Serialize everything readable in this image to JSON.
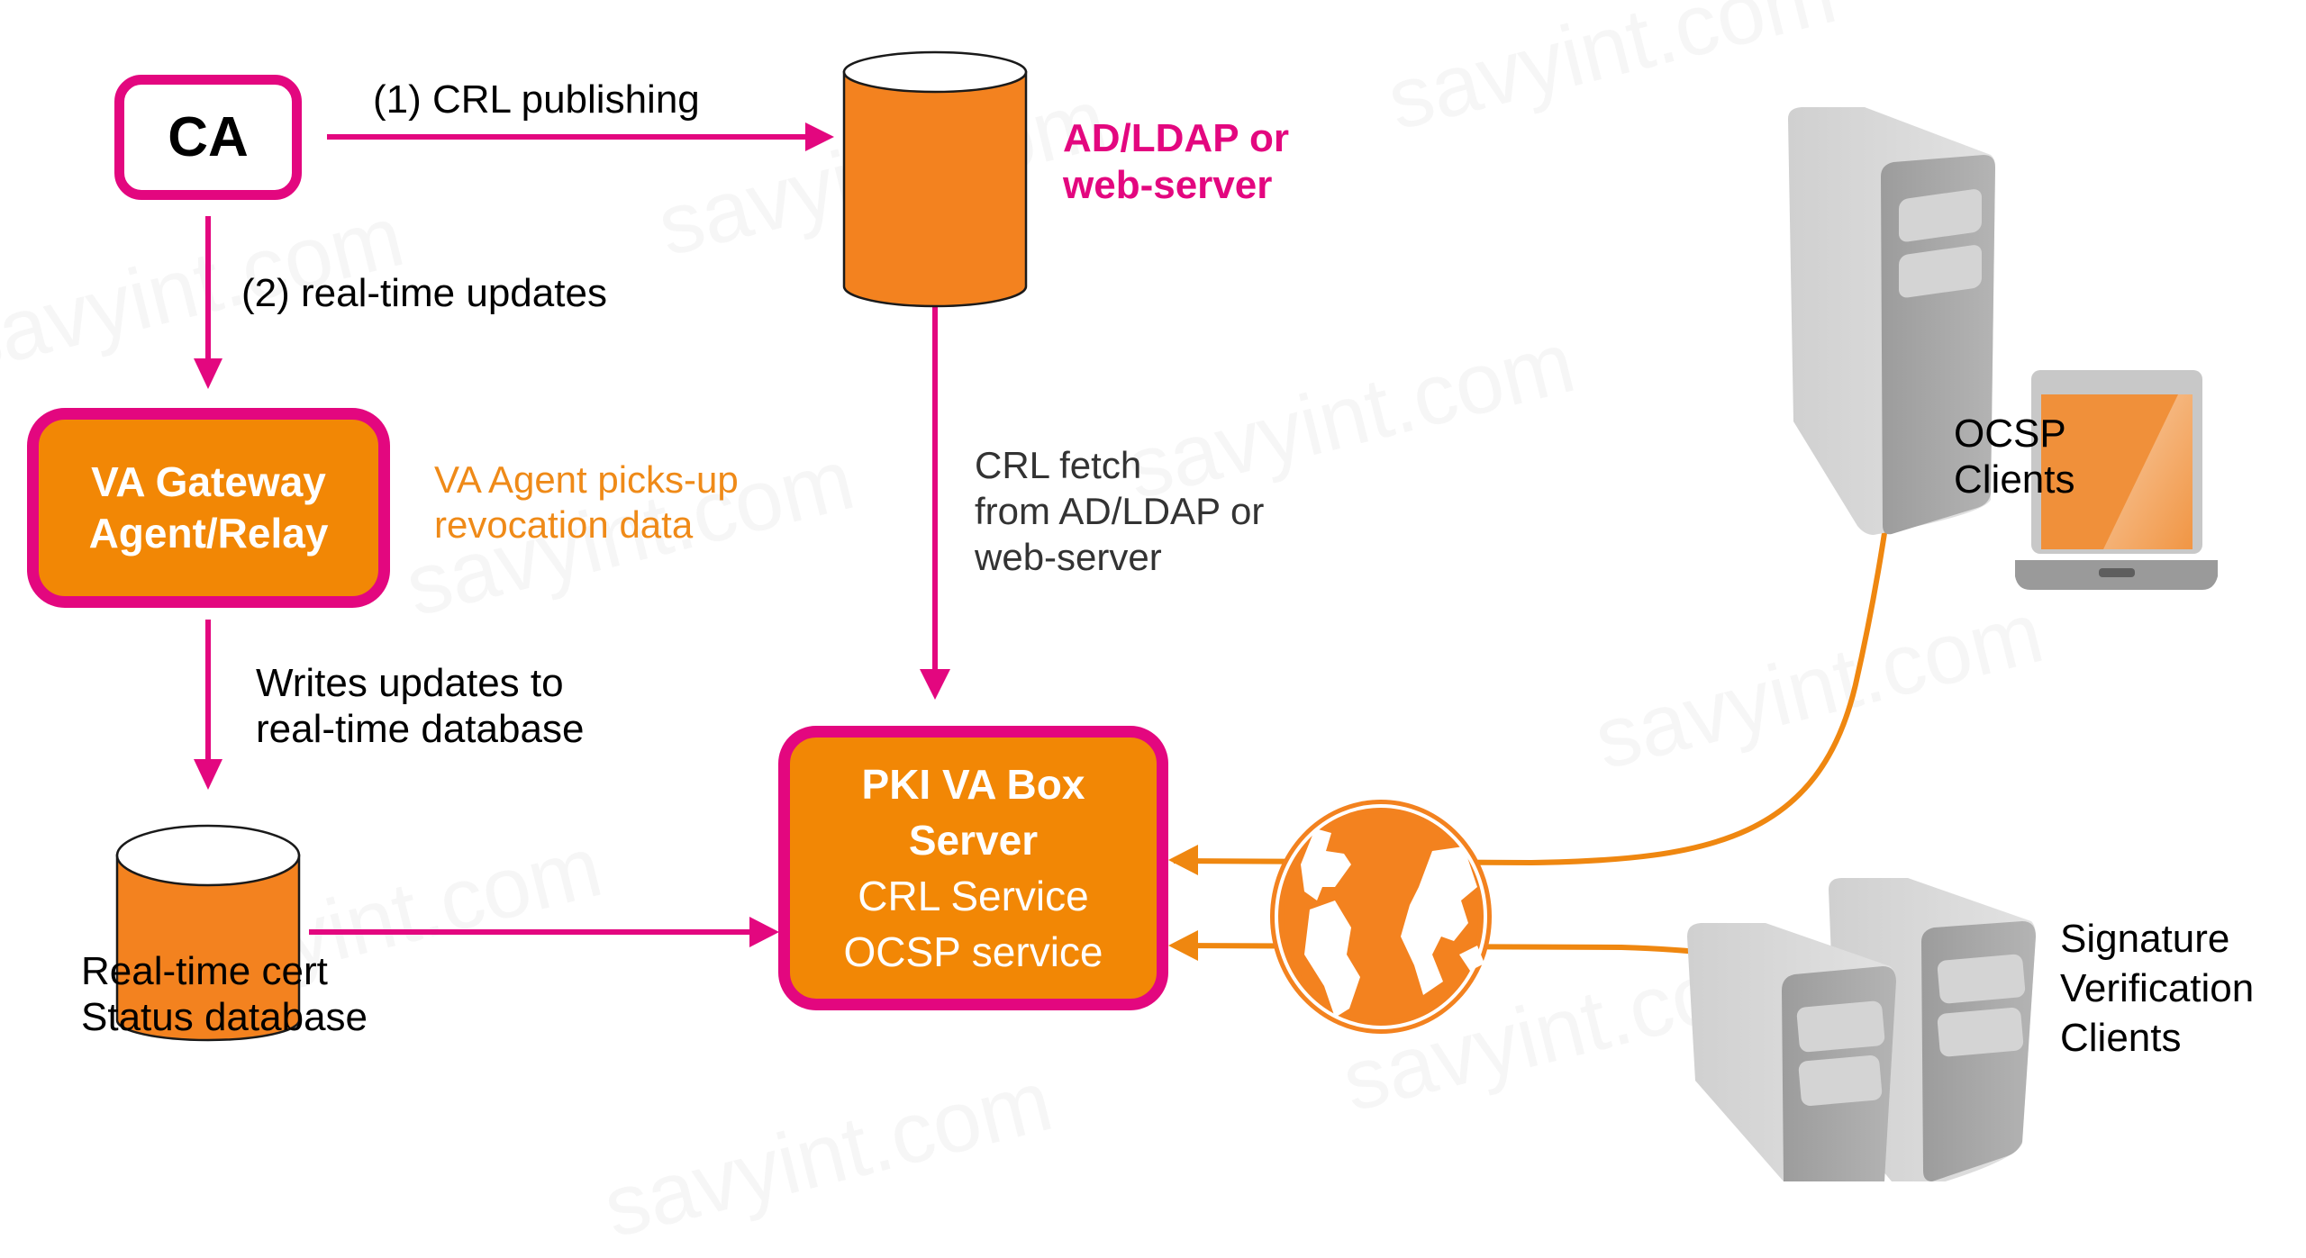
{
  "diagram": {
    "watermark_text": "savyint.com",
    "colors": {
      "magenta": "#e3077f",
      "orange": "#f28705",
      "db_orange": "#f3821f",
      "globe_orange": "#f3821f",
      "text_black": "#000000",
      "text_gray": "#333333",
      "agent_label_orange": "#ef8a18",
      "server_light": "#d6d6d6",
      "server_dark": "#a6a6a6"
    },
    "nodes": {
      "ca": {
        "label": "CA"
      },
      "ad_ldap": {
        "label_line1": "AD/LDAP or",
        "label_line2": "web-server"
      },
      "va_gateway": {
        "label_line1": "VA Gateway",
        "label_line2": "Agent/Relay"
      },
      "realtime_db": {
        "label_line1": "Real-time cert",
        "label_line2": "Status database"
      },
      "pki_va_box": {
        "line1": "PKI VA Box",
        "line2": "Server",
        "line3": "CRL Service",
        "line4": "OCSP service"
      },
      "ocsp_clients": {
        "label_line1": "OCSP",
        "label_line2": "Clients"
      },
      "sig_clients": {
        "label_line1": "Signature",
        "label_line2": "Verification",
        "label_line3": "Clients"
      }
    },
    "edges": {
      "crl_publishing": {
        "label": "(1) CRL publishing"
      },
      "realtime_updates": {
        "label": "(2) real-time updates"
      },
      "agent_picks_up": {
        "label_line1": "VA Agent picks-up",
        "label_line2": "revocation data"
      },
      "writes_updates": {
        "label_line1": "Writes updates to",
        "label_line2": "real-time database"
      },
      "crl_fetch": {
        "label_line1": "CRL fetch",
        "label_line2": "from AD/LDAP or",
        "label_line3": "web-server"
      }
    }
  }
}
